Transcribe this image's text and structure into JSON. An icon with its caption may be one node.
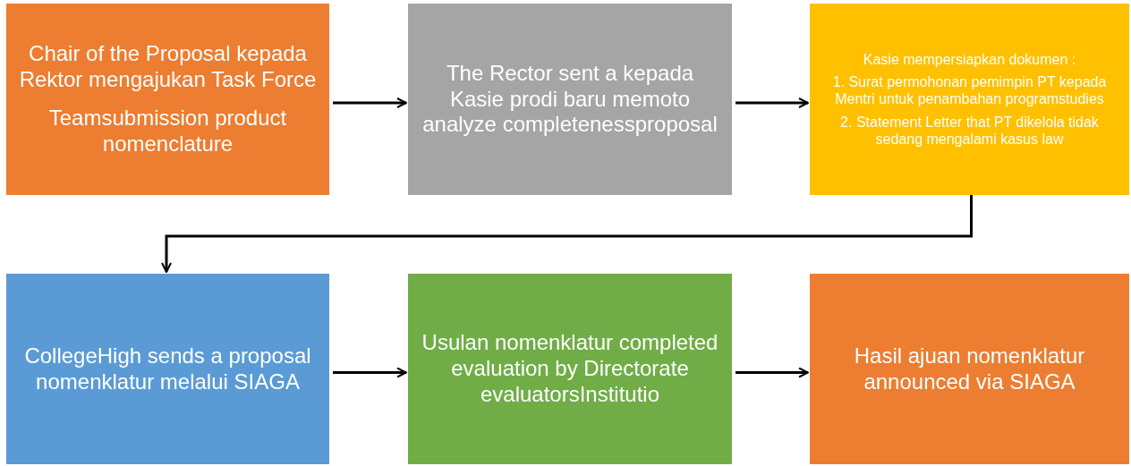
{
  "diagram": {
    "nodes": [
      {
        "text": [
          "Chair of the Proposal kepada Rektor mengajukan Task Force",
          "Teamsubmission product nomenclature"
        ]
      },
      {
        "text": [
          "The Rector sent a kepada Kasie prodi baru memoto analyze completenessproposal"
        ]
      },
      {
        "text": [
          "Kasie mempersiapkan dokumen :",
          "1. Surat permohonan pemimpin PT kepada Mentri untuk penambahan programstudies",
          "2. Statement Letter that PT dikelola tidak sedang mengalami kasus law"
        ]
      },
      {
        "text": [
          "CollegeHigh sends a proposal nomenklatur melalui SIAGA"
        ]
      },
      {
        "text": [
          "Usulan nomenklatur completed evaluation by Directorate evaluatorsInstitutio"
        ]
      },
      {
        "text": [
          "Hasil ajuan nomenklatur announced via SIAGA"
        ]
      }
    ],
    "edges": [
      {
        "from": 0,
        "to": 1,
        "arrow": "to"
      },
      {
        "from": 1,
        "to": 2,
        "arrow": "to"
      },
      {
        "from": 2,
        "to": 3,
        "arrow": "to"
      },
      {
        "from": 3,
        "to": 4,
        "arrow": "to"
      },
      {
        "from": 4,
        "to": 5,
        "arrow": "to"
      }
    ]
  }
}
